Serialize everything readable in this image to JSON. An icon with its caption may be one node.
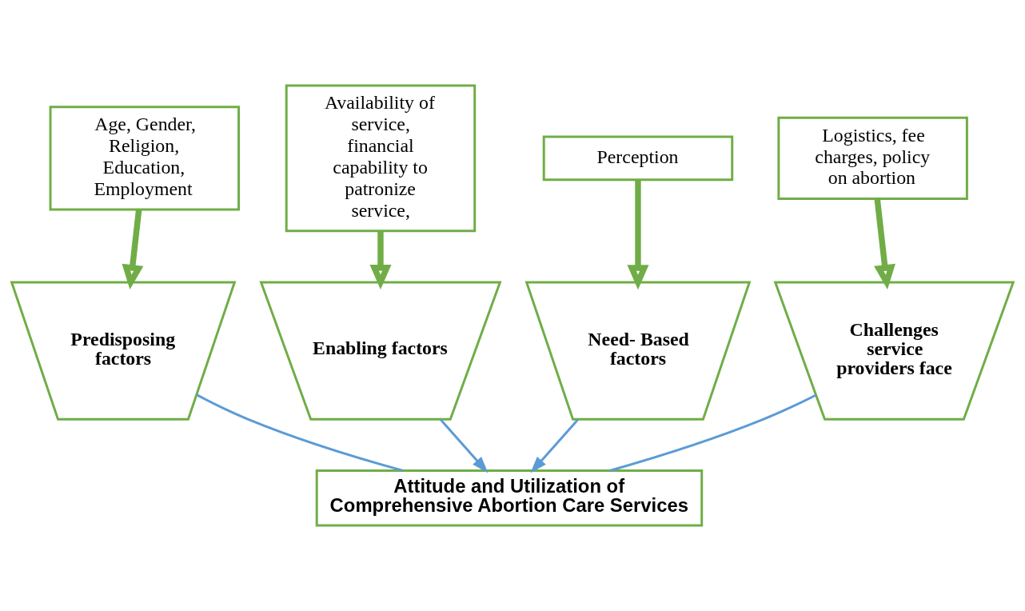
{
  "diagram": {
    "nodes": [
      {
        "text": [
          "Age, Gender, Religion, Education, Employment"
        ]
      },
      {
        "text": [
          "Availability of service, financial capability to patronize service,"
        ]
      },
      {
        "text": [
          "Perception"
        ]
      },
      {
        "text": [
          "Logistics, fee charges, policy on abortion"
        ]
      },
      {
        "text": [
          "Predisposing factors"
        ]
      },
      {
        "text": [
          "Enabling factors"
        ]
      },
      {
        "text": [
          "Need- Based factors"
        ]
      },
      {
        "text": [
          "Challenges service providers face"
        ]
      },
      {
        "text": [
          "Attitude and Utilization of Comprehensive Abortion Care Services"
        ]
      }
    ],
    "edges": [
      {
        "from": 0,
        "to": 4,
        "arrow": "to",
        "style": "thick",
        "color": "#70ad47"
      },
      {
        "from": 1,
        "to": 5,
        "arrow": "to",
        "style": "thick",
        "color": "#70ad47"
      },
      {
        "from": 2,
        "to": 6,
        "arrow": "to",
        "style": "thick",
        "color": "#70ad47"
      },
      {
        "from": 3,
        "to": 7,
        "arrow": "to",
        "style": "thick",
        "color": "#70ad47"
      },
      {
        "from": 4,
        "to": 8,
        "arrow": "none",
        "color": "#5b9bd5"
      },
      {
        "from": 5,
        "to": 8,
        "arrow": "to",
        "color": "#5b9bd5"
      },
      {
        "from": 6,
        "to": 8,
        "arrow": "to",
        "color": "#5b9bd5"
      },
      {
        "from": 7,
        "to": 8,
        "arrow": "none",
        "color": "#5b9bd5"
      }
    ]
  }
}
